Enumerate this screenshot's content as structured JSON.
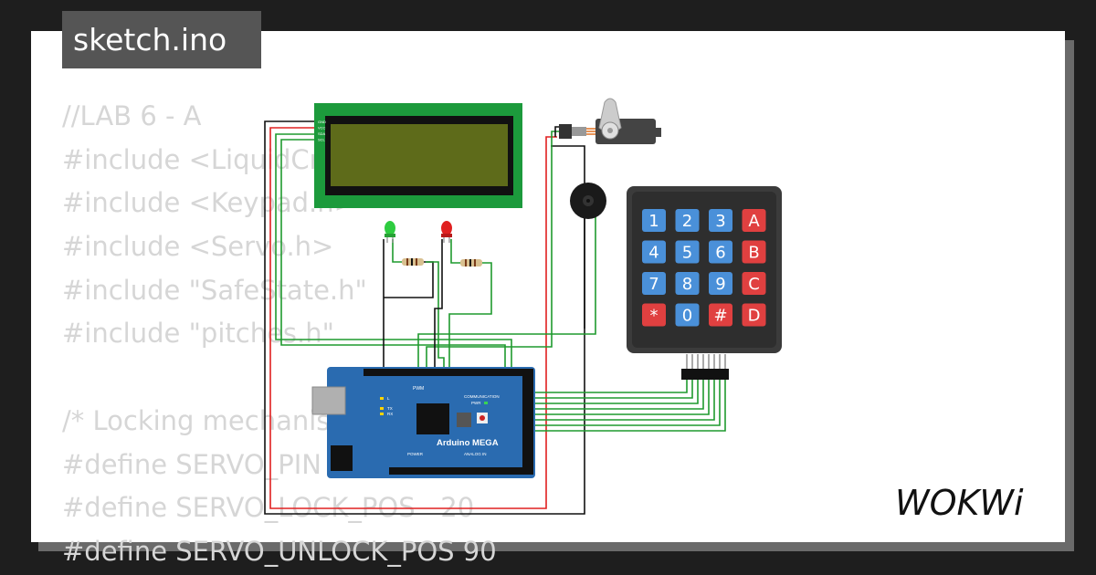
{
  "title_tag": "sketch.ino",
  "code_lines": [
    "//LAB 6 - A",
    "#include <LiquidCrystal_I2C.h>",
    "#include <Keypad.h>",
    "#include <Servo.h>",
    "#include \"SafeState.h\"",
    "#include \"pitches.h\"",
    "",
    "/* Locking mechanism definitions */",
    "#define SERVO_PIN 6",
    "#define SERVO_LOCK_POS   20",
    "#define SERVO_UNLOCK_POS 90"
  ],
  "lcd": {
    "pins": [
      "GND",
      "VCC",
      "SDA",
      "SCL"
    ]
  },
  "arduino": {
    "name": "Arduino MEGA",
    "pwm_label": "PWM",
    "communication_label": "COMMUNICATION",
    "power_label": "POWER",
    "analog_label": "ANALOG IN",
    "led_l": "L",
    "led_tx": "TX",
    "led_rx": "RX",
    "pwr_label": "PWR"
  },
  "keypad": {
    "keys": [
      {
        "label": "1",
        "color": "#4a90d9"
      },
      {
        "label": "2",
        "color": "#4a90d9"
      },
      {
        "label": "3",
        "color": "#4a90d9"
      },
      {
        "label": "A",
        "color": "#e04040"
      },
      {
        "label": "4",
        "color": "#4a90d9"
      },
      {
        "label": "5",
        "color": "#4a90d9"
      },
      {
        "label": "6",
        "color": "#4a90d9"
      },
      {
        "label": "B",
        "color": "#e04040"
      },
      {
        "label": "7",
        "color": "#4a90d9"
      },
      {
        "label": "8",
        "color": "#4a90d9"
      },
      {
        "label": "9",
        "color": "#4a90d9"
      },
      {
        "label": "C",
        "color": "#e04040"
      },
      {
        "label": "*",
        "color": "#e04040"
      },
      {
        "label": "0",
        "color": "#4a90d9"
      },
      {
        "label": "#",
        "color": "#e04040"
      },
      {
        "label": "D",
        "color": "#e04040"
      }
    ]
  },
  "leds": [
    {
      "color": "green",
      "hex": "#2ecc40"
    },
    {
      "color": "red",
      "hex": "#e02020"
    }
  ],
  "logo_text": "WOKWi",
  "colors": {
    "background": "#1e1e1e",
    "card": "#ffffff",
    "code_text": "#d6d6d6",
    "title_bg": "#555555",
    "board": "#2a6bb0",
    "lcd_pcb": "#1c9a3c",
    "lcd_screen": "#5e6b1a",
    "wire_green": "#1f9a2e",
    "wire_red": "#e02020",
    "wire_black": "#111111"
  }
}
